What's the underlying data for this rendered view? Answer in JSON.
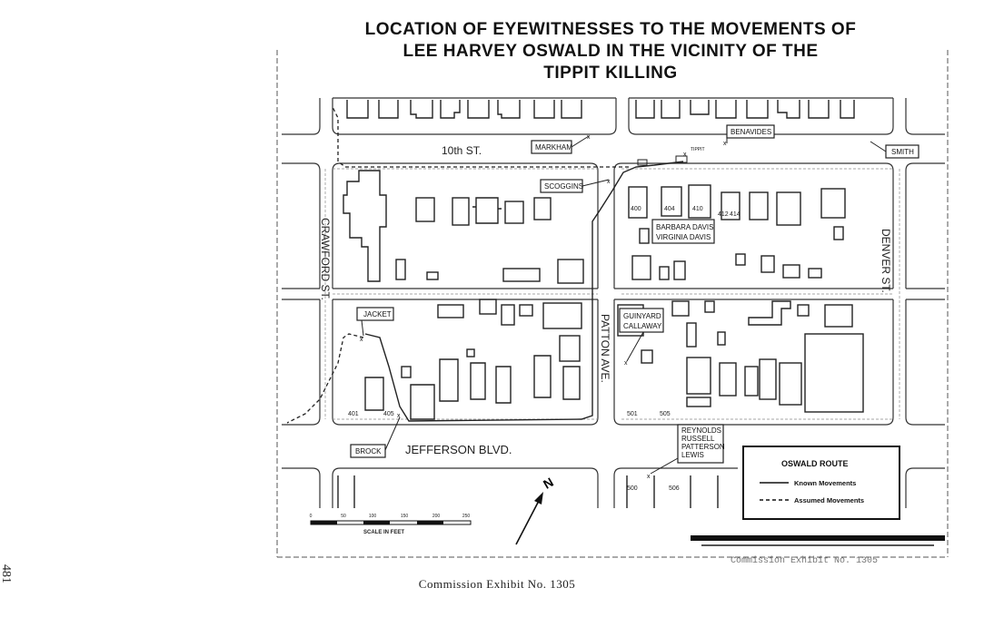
{
  "title": {
    "line1": "LOCATION OF EYEWITNESSES TO THE MOVEMENTS OF",
    "line2": "LEE HARVEY OSWALD IN THE VICINITY OF THE",
    "line3": "TIPPIT KILLING"
  },
  "streets": {
    "tenth": "10th ST.",
    "crawford": "CRAWFORD ST.",
    "patton": "PATTON AVE.",
    "denver": "DENVER ST.",
    "jefferson": "JEFFERSON BLVD."
  },
  "witnesses": {
    "markham": "MARKHAM",
    "benavides": "BENAVIDES",
    "smith": "SMITH",
    "scoggins": "SCOGGINS",
    "barbara_davis": "BARBARA DAVIS",
    "virginia_davis": "VIRGINIA DAVIS",
    "jacket": "JACKET",
    "guinyard": "GUINYARD",
    "callaway": "CALLAWAY",
    "brock": "BROCK",
    "reynolds": "REYNOLDS",
    "russell": "RUSSELL",
    "patterson": "PATTERSON",
    "lewis": "LEWIS",
    "tippit": "TIPPIT"
  },
  "house_numbers": {
    "n400": "400",
    "n404": "404",
    "n410": "410",
    "n412": "412",
    "n414": "414",
    "n401": "401",
    "n405": "405",
    "n501": "501",
    "n505": "505",
    "n500": "500",
    "n506": "506"
  },
  "legend": {
    "title": "OSWALD ROUTE",
    "known": "Known Movements",
    "assumed": "Assumed Movements"
  },
  "scale": {
    "ticks": [
      "0",
      "50",
      "100",
      "150",
      "200",
      "250"
    ],
    "label": "SCALE IN FEET"
  },
  "north": "N",
  "stamp": "Commission Exhibit No. 1305",
  "caption": "Commission Exhibit No. 1305",
  "page_number": "481"
}
